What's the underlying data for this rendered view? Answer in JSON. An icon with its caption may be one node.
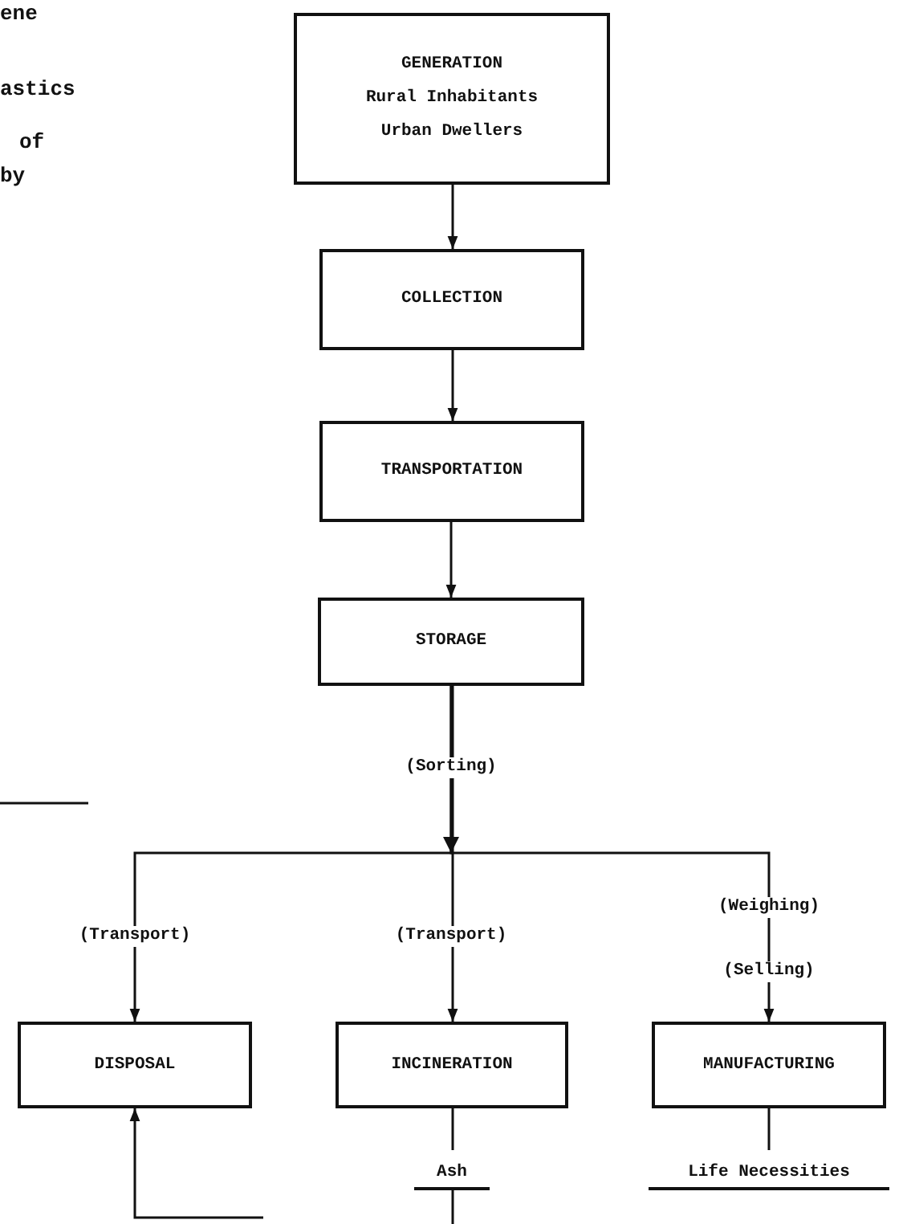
{
  "diagram": {
    "nodes": [
      {
        "text": [
          "GENERATION",
          "Rural Inhabitants",
          "Urban Dwellers"
        ]
      },
      {
        "text": [
          "COLLECTION"
        ]
      },
      {
        "text": [
          "TRANSPORTATION"
        ]
      },
      {
        "text": [
          "STORAGE"
        ]
      },
      {
        "text": [
          "DISPOSAL"
        ]
      },
      {
        "text": [
          "INCINERATION"
        ]
      },
      {
        "text": [
          "MANUFACTURING"
        ]
      },
      {
        "text": [
          "Ash"
        ]
      },
      {
        "text": [
          "Life Necessities"
        ]
      }
    ],
    "edges": [
      {
        "from": 0,
        "to": 1,
        "arrow": "to"
      },
      {
        "from": 1,
        "to": 2,
        "arrow": "to"
      },
      {
        "from": 2,
        "to": 3,
        "arrow": "to"
      },
      {
        "from": 3,
        "to": 4,
        "arrow": "to",
        "label": "(Transport)"
      },
      {
        "from": 3,
        "to": 5,
        "arrow": "to",
        "label": "(Transport)"
      },
      {
        "from": 3,
        "to": 6,
        "arrow": "to",
        "label": "(Selling)"
      },
      {
        "from": 5,
        "to": 7,
        "arrow": "none"
      },
      {
        "from": 6,
        "to": 8,
        "arrow": "none"
      },
      {
        "from": 7,
        "to": null,
        "arrow": "none"
      },
      {
        "from": null,
        "to": 4,
        "arrow": "to"
      }
    ],
    "labels": [
      "ene",
      "astics",
      "of",
      "by",
      "(Sorting)",
      "(Weighing)"
    ]
  }
}
